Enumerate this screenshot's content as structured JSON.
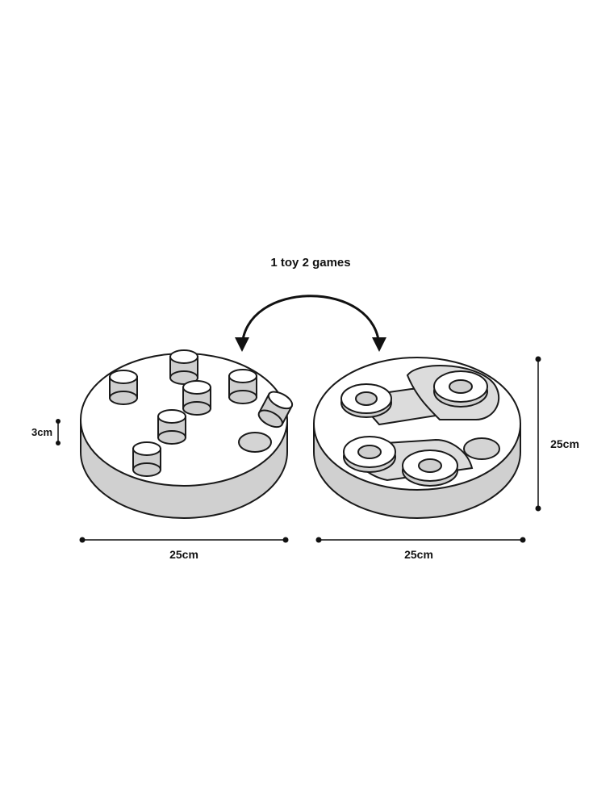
{
  "caption": "1 toy 2 games",
  "dimensions": {
    "left_width": "25cm",
    "left_height": "3cm",
    "right_width": "25cm",
    "right_depth": "25cm"
  },
  "colors": {
    "outline": "#1a1a1a",
    "fill_light": "#ffffff",
    "fill_mid": "#d7d7d7",
    "fill_dark": "#bdbdbd",
    "slot_fill": "#dcdcdc"
  }
}
